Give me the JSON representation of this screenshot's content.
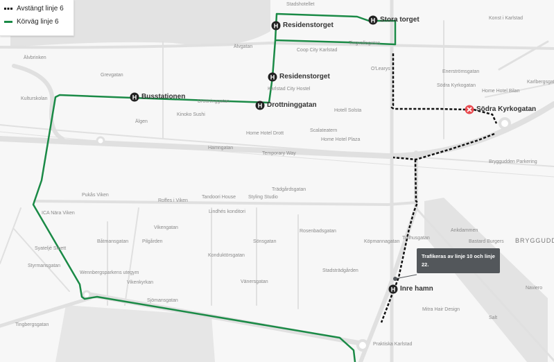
{
  "legend": {
    "items": [
      {
        "label": "Avstängt linje 6",
        "style": "dotted",
        "color": "#111111"
      },
      {
        "label": "Körväg linje 6",
        "style": "solid",
        "color": "#1a8a46"
      }
    ]
  },
  "colors": {
    "route": "#1a8a46",
    "closed": "#111111",
    "closed_stop": "#e84a4f",
    "stop": "#222222",
    "tooltip_bg": "#53575b"
  },
  "stops": [
    {
      "name": "Residenstorget",
      "icon": "bus-stop-h-icon"
    },
    {
      "name": "Stora torget",
      "icon": "bus-stop-h-icon"
    },
    {
      "name": "Residenstorget",
      "icon": "bus-stop-h-icon"
    },
    {
      "name": "Busstationen",
      "icon": "bus-stop-h-icon"
    },
    {
      "name": "Drottninggatan",
      "icon": "bus-stop-h-icon"
    },
    {
      "name": "Inre hamn",
      "icon": "bus-stop-h-icon"
    },
    {
      "name": "Södra Kyrkogatan",
      "icon": "closed-stop-x-icon"
    }
  ],
  "tooltip": {
    "text": "Trafikeras av linje 10 och linje 22."
  },
  "district": "BRYGGUDDEN",
  "places": [
    "Stadshotellet",
    "Konst i Karlstad",
    "Älvgatan",
    "Älvbrinken",
    "Coop City Karlstad",
    "O'Learys",
    "Tingvallagatan",
    "Karlbergsgatan",
    "Home Hotel Bilan",
    "Kulturskolan",
    "Grevgatan",
    "Drottninggatan",
    "Karlstad City Hostel",
    "Kinoko Sushi",
    "Hotell Solsta",
    "Älgen",
    "Södra Kyrkogatan",
    "Home Hotel Drott",
    "Scalateatern",
    "Home Hotel Plaza",
    "Hamngatan",
    "Temporary Way",
    "Bryggudden Parkering",
    "Trädgårdsgatan",
    "Pukås Viken",
    "Roffes i Viken",
    "Tandoori House",
    "Styling Studio",
    "Lindhés konditori",
    "ICA Nära Viken",
    "Syateljé Stuett",
    "Båtmansgatan",
    "Pilgården",
    "Vikengatan",
    "Rosenbadsgatan",
    "Ankdammen",
    "Bastard Burgers",
    "Styrmansgatan",
    "Wennbergsparkens utegym",
    "Vikenkyrkan",
    "Konduktörsgatan",
    "Sönsgatan",
    "Vänersgatan",
    "Stadsträdgården",
    "Köpmannagatan",
    "Tullhusgatan",
    "Naviero",
    "Sjömansgatan",
    "Mitra Hair Design",
    "Salt",
    "Tingbergsgatan",
    "Praktiska Karlstad",
    "Enerströmsgatan"
  ]
}
